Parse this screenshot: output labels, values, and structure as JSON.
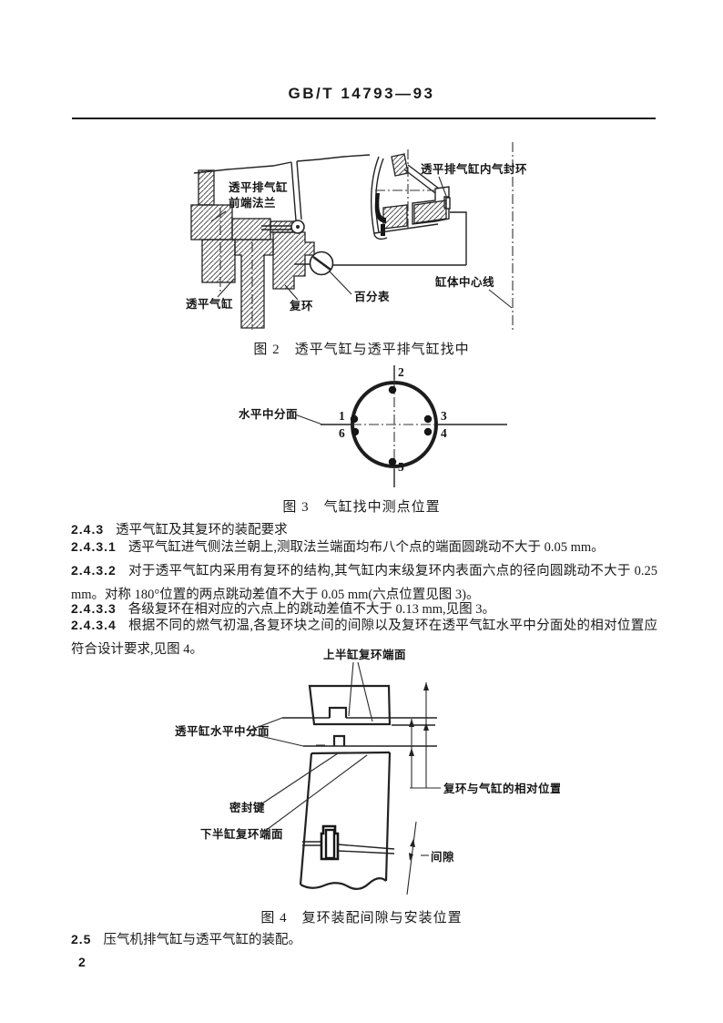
{
  "header": {
    "standard_code": "GB/T 14793—93"
  },
  "figure2": {
    "caption": "图 2　透平气缸与透平排气缸找中",
    "labels": {
      "exhaust_flange_1": "透平排气缸",
      "exhaust_flange_2": "前端法兰",
      "inner_seal_ring": "透平排气缸内气封环",
      "turbine_cylinder": "透平气缸",
      "ring": "复环",
      "dial_gauge": "百分表",
      "body_centerline": "缸体中心线"
    }
  },
  "figure3": {
    "caption": "图 3　气缸找中测点位置",
    "split_plane": "水平中分面",
    "points": [
      "1",
      "2",
      "3",
      "4",
      "5",
      "6"
    ]
  },
  "clauses": [
    {
      "no": "2.4.3",
      "text": "透平气缸及其复环的装配要求"
    },
    {
      "no": "2.4.3.1",
      "text": "透平气缸进气侧法兰朝上,测取法兰端面均布八个点的端面圆跳动不大于 0.05 mm。"
    },
    {
      "no": "2.4.3.2",
      "text": "对于透平气缸内采用有复环的结构,其气缸内末级复环内表面六点的径向圆跳动不大于 0.25 mm。对称 180°位置的两点跳动差值不大于 0.05 mm(六点位置见图 3)。"
    },
    {
      "no": "2.4.3.3",
      "text": "各级复环在相对应的六点上的跳动差值不大于 0.13 mm,见图 3。"
    },
    {
      "no": "2.4.3.4",
      "text": "根据不同的燃气初温,各复环块之间的间隙以及复环在透平气缸水平中分面处的相对位置应符合设计要求,见图 4。"
    }
  ],
  "figure4": {
    "caption": "图 4　复环装配间隙与安装位置",
    "labels": {
      "upper_ring_face": "上半缸复环端面",
      "split_plane": "透平缸水平中分面",
      "seal_key": "密封键",
      "lower_ring_face": "下半缸复环端面",
      "relative_position": "复环与气缸的相对位置",
      "clearance": "间隙"
    }
  },
  "clause_2_5": {
    "no": "2.5",
    "text": "压气机排气缸与透平气缸的装配。"
  },
  "page_number": "2"
}
